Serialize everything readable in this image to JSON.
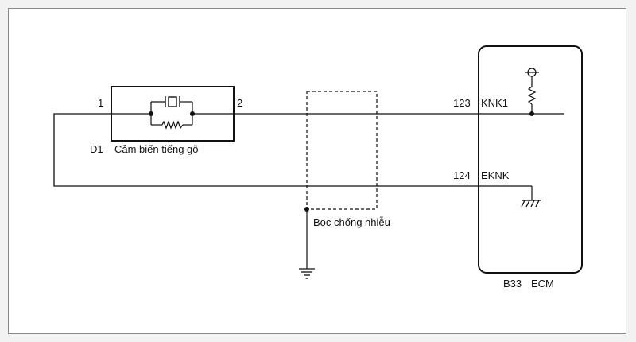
{
  "sensor": {
    "pin_left": "1",
    "pin_right": "2",
    "ref": "D1",
    "name": "Cảm biến tiếng gõ"
  },
  "shield": {
    "label": "Bọc chống nhiễu"
  },
  "ecm": {
    "pin_knk1_num": "123",
    "pin_knk1_name": "KNK1",
    "pin_eknk_num": "124",
    "pin_eknk_name": "EKNK",
    "ref": "B33",
    "name": "ECM"
  },
  "colors": {
    "line": "#111111",
    "frame_border": "#8a8a8a",
    "background": "#ffffff"
  }
}
